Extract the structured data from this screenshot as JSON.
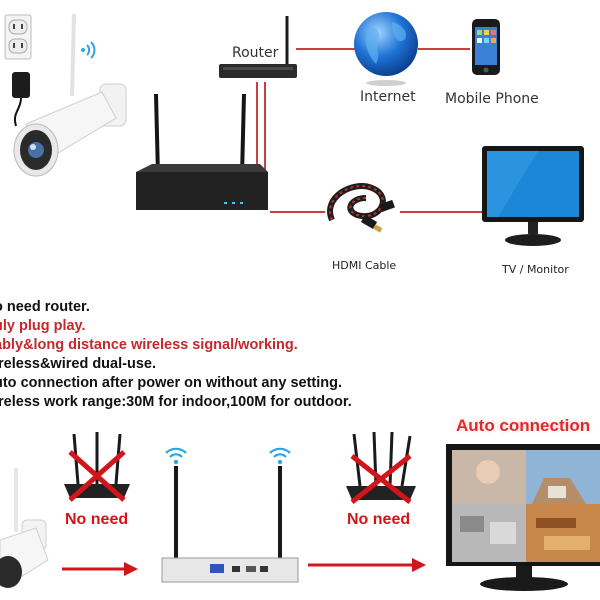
{
  "top": {
    "router_label": "Router",
    "internet_label": "Internet",
    "phone_label": "Mobile Phone",
    "hdmi_label": "HDMI Cable",
    "tv_label": "TV / Monitor"
  },
  "features": [
    {
      "text": "o need router.",
      "color": "#111111"
    },
    {
      "text": "uly plug play.",
      "color": "#c7282a"
    },
    {
      "text": "ably&long distance wireless signal/working.",
      "color": "#c7282a"
    },
    {
      "text": "ireless&wired dual-use.",
      "color": "#111111"
    },
    {
      "text": "uto connection after power on without any setting.",
      "color": "#111111"
    },
    {
      "text": "ireless work range:30M for indoor,100M for outdoor.",
      "color": "#111111"
    }
  ],
  "bottom": {
    "no_need_left": "No need",
    "no_need_right": "No need",
    "auto_connection": "Auto connection"
  },
  "colors": {
    "line": "#c94040",
    "accent_red": "#d2141b",
    "wifi_blue": "#2aa7e0"
  },
  "icons": [
    "power-outlet-icon",
    "power-adapter-icon",
    "wifi-signal-icon",
    "bullet-camera-icon",
    "router-icon",
    "nvr-icon",
    "globe-icon",
    "mobile-phone-icon",
    "hdmi-cable-icon",
    "monitor-icon",
    "cross-icon",
    "arrow-right-icon"
  ]
}
